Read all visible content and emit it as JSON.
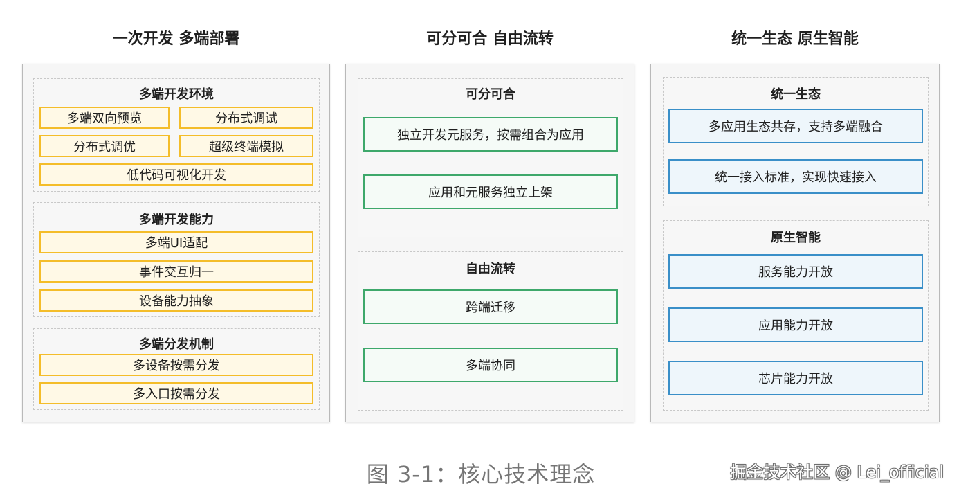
{
  "columns": [
    {
      "title": "一次开发 多端部署",
      "groups": [
        {
          "title": "多端开发环境",
          "items": [
            "多端双向预览",
            "分布式调试",
            "分布式调优",
            "超级终端模拟",
            "低代码可视化开发"
          ]
        },
        {
          "title": "多端开发能力",
          "items": [
            "多端UI适配",
            "事件交互归一",
            "设备能力抽象"
          ]
        },
        {
          "title": "多端分发机制",
          "items": [
            "多设备按需分发",
            "多入口按需分发"
          ]
        }
      ]
    },
    {
      "title": "可分可合 自由流转",
      "groups": [
        {
          "title": "可分可合",
          "items": [
            "独立开发元服务，按需组合为应用",
            "应用和元服务独立上架"
          ]
        },
        {
          "title": "自由流转",
          "items": [
            "跨端迁移",
            "多端协同"
          ]
        }
      ]
    },
    {
      "title": "统一生态 原生智能",
      "groups": [
        {
          "title": "统一生态",
          "items": [
            "多应用生态共存，支持多端融合",
            "统一接入标准，实现快速接入"
          ]
        },
        {
          "title": "原生智能",
          "items": [
            "服务能力开放",
            "应用能力开放",
            "芯片能力开放"
          ]
        }
      ]
    }
  ],
  "caption": "图 3-1：核心技术理念",
  "watermark": "掘金技术社区 @ Lei_official",
  "colors": {
    "yellow_border": "#f4bd2a",
    "green_border": "#3ea86b",
    "blue_border": "#3a8fc8"
  }
}
